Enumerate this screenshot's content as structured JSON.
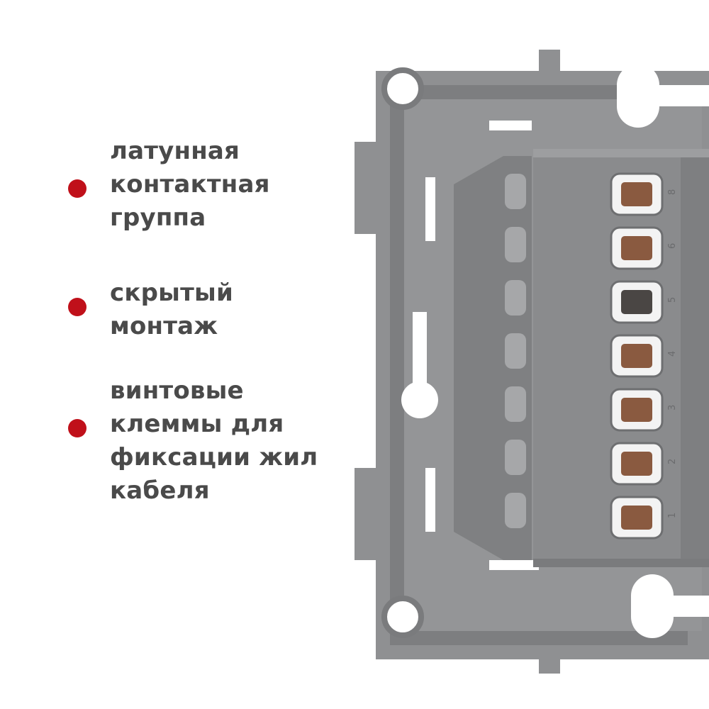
{
  "features": [
    {
      "text": "латунная\nконтактная\nгруппа",
      "bullet_icon": "dot-icon"
    },
    {
      "text": "скрытый\nмонтаж",
      "bullet_icon": "dot-icon"
    },
    {
      "text": "винтовые\nклеммы для\nфиксации жил\nкабеля",
      "bullet_icon": "dot-icon"
    }
  ],
  "product": {
    "terminal_numbers": [
      "8",
      "6",
      "5",
      "4",
      "3",
      "2",
      "1"
    ]
  },
  "colors": {
    "text": "#4a4a4a",
    "bullet": "#c0101a",
    "frame": "#8f9092",
    "module": "#8a8b8d",
    "contact_copper": "#8a5a40"
  }
}
